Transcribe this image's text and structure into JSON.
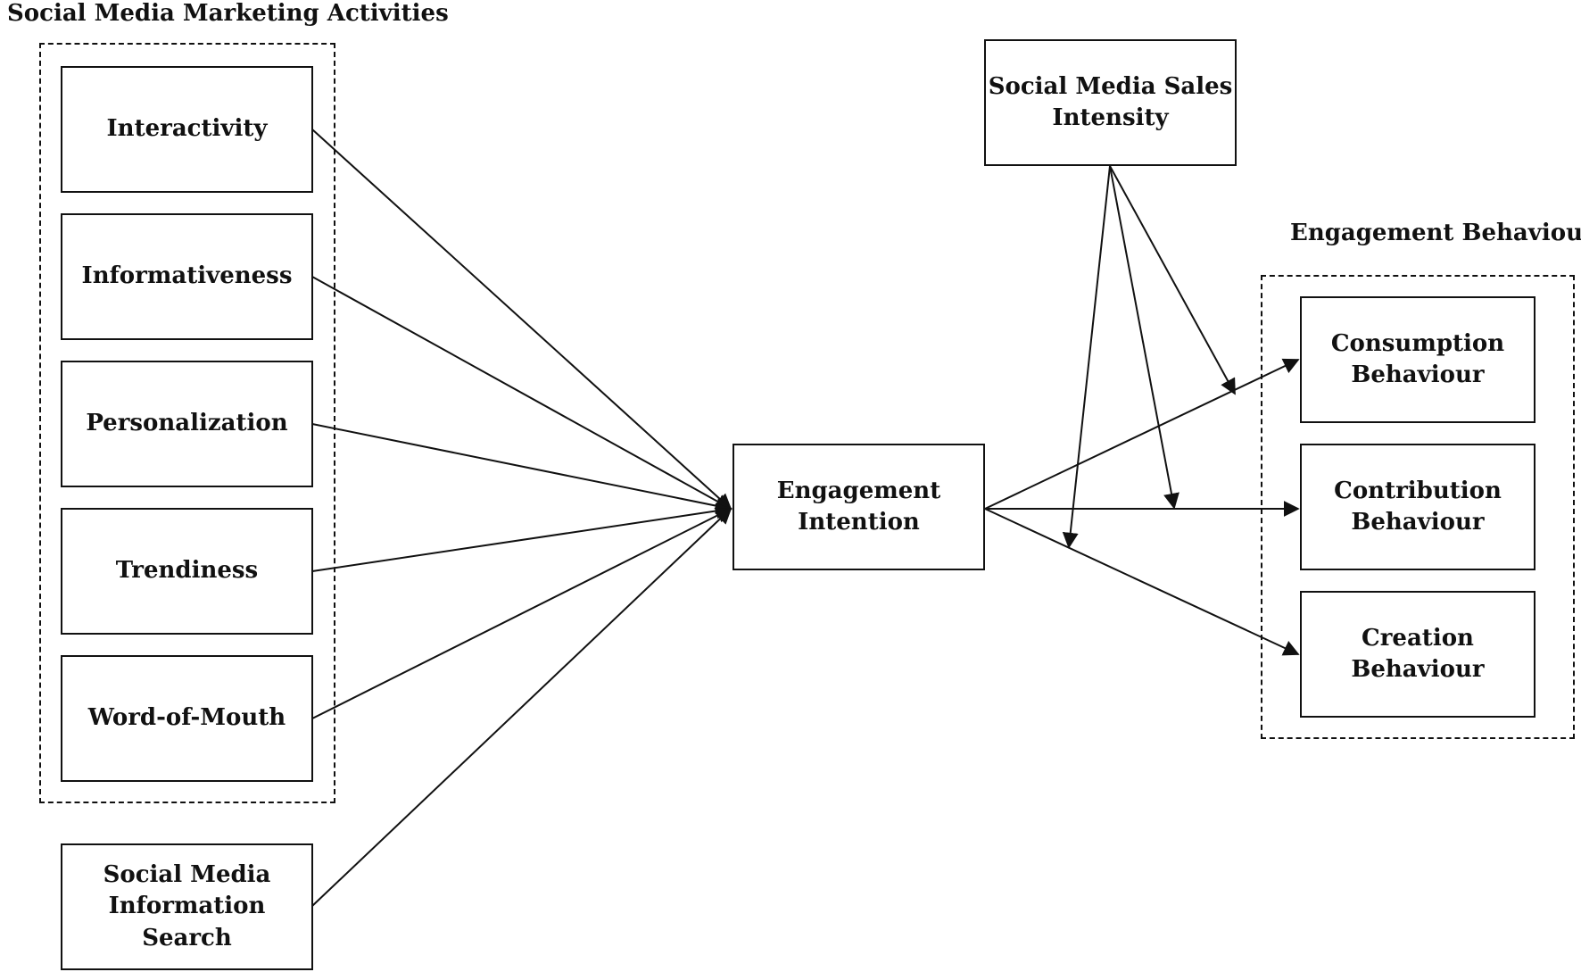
{
  "groups": {
    "marketing": {
      "title": "Social Media Marketing Activities"
    },
    "behaviour": {
      "title": "Engagement Behaviour"
    }
  },
  "nodes": {
    "interactivity": "Interactivity",
    "informativeness": "Informativeness",
    "personalization": "Personalization",
    "trendiness": "Trendiness",
    "word_of_mouth": "Word-of-Mouth",
    "info_search": "Social Media\nInformation Search",
    "engagement_intention": "Engagement Intention",
    "sales_intensity": "Social Media Sales\nIntensity",
    "consumption": "Consumption\nBehaviour",
    "contribution": "Contribution\nBehaviour",
    "creation": "Creation\nBehaviour"
  }
}
